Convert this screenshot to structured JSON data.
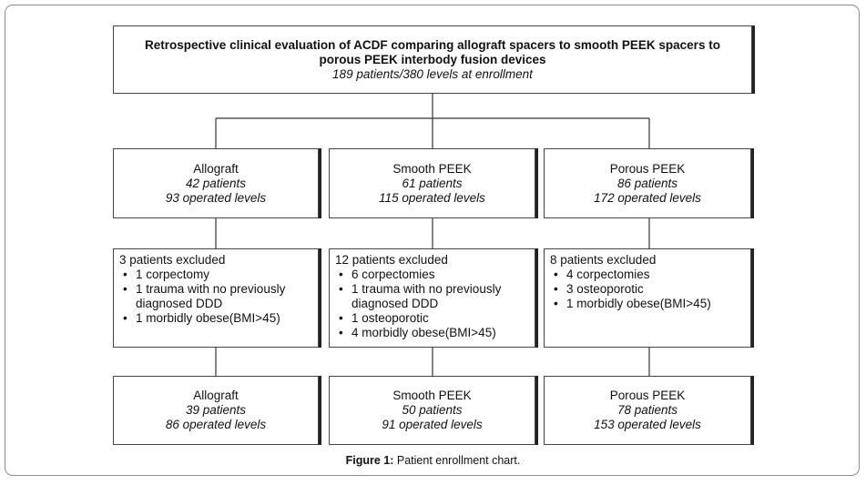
{
  "title": {
    "heading": "Retrospective clinical evaluation of ACDF comparing allograft spacers to smooth PEEK spacers to porous PEEK interbody fusion devices",
    "enrollment": "189 patients/380 levels at enrollment"
  },
  "groups": [
    {
      "name": "Allograft",
      "patients": "42 patients",
      "levels": "93 operated levels",
      "excluded_header": "3 patients excluded",
      "excluded_items": [
        "1 corpectomy",
        "1 trauma with no previously diagnosed DDD",
        "1 morbidly obese(BMI>45)"
      ],
      "final_patients": "39 patients",
      "final_levels": "86 operated levels"
    },
    {
      "name": "Smooth PEEK",
      "patients": "61 patients",
      "levels": "115 operated levels",
      "excluded_header": "12 patients excluded",
      "excluded_items": [
        "6 corpectomies",
        "1 trauma with no previously diagnosed DDD",
        "1 osteoporotic",
        "4 morbidly obese(BMI>45)"
      ],
      "final_patients": "50 patients",
      "final_levels": "91 operated levels"
    },
    {
      "name": "Porous PEEK",
      "patients": "86 patients",
      "levels": "172 operated levels",
      "excluded_header": "8 patients excluded",
      "excluded_items": [
        "4 corpectomies",
        "3 osteoporotic",
        "1 morbidly obese(BMI>45)"
      ],
      "final_patients": "78 patients",
      "final_levels": "153 operated levels"
    }
  ],
  "caption": {
    "label": "Figure 1:",
    "text": " Patient enrollment chart."
  }
}
